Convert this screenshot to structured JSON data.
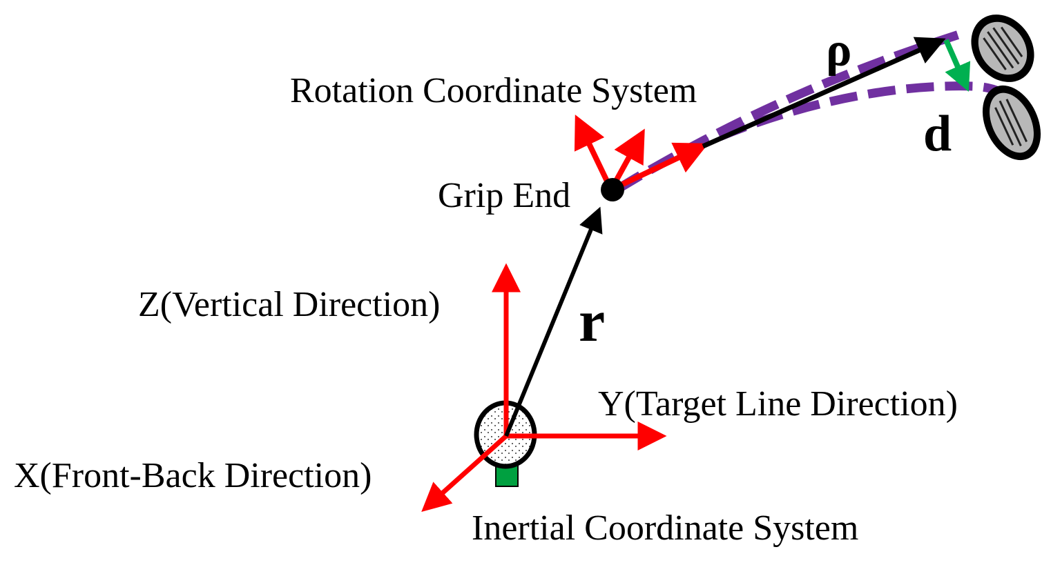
{
  "labels": {
    "rotation_system": "Rotation Coordinate System",
    "grip_end": "Grip End",
    "z_axis": "Z(Vertical Direction)",
    "y_axis": "Y(Target Line Direction)",
    "x_axis": "X(Front-Back Direction)",
    "inertial_system": "Inertial Coordinate System",
    "vector_r": "r",
    "vector_rho": "ρ",
    "vector_d": "d"
  },
  "colors": {
    "axis": "#ff0000",
    "vector": "#000000",
    "shaft_path": "#7030a0",
    "deflection": "#00b050",
    "ball_tee": "#00a040",
    "club_head": "#a0a0a0"
  }
}
